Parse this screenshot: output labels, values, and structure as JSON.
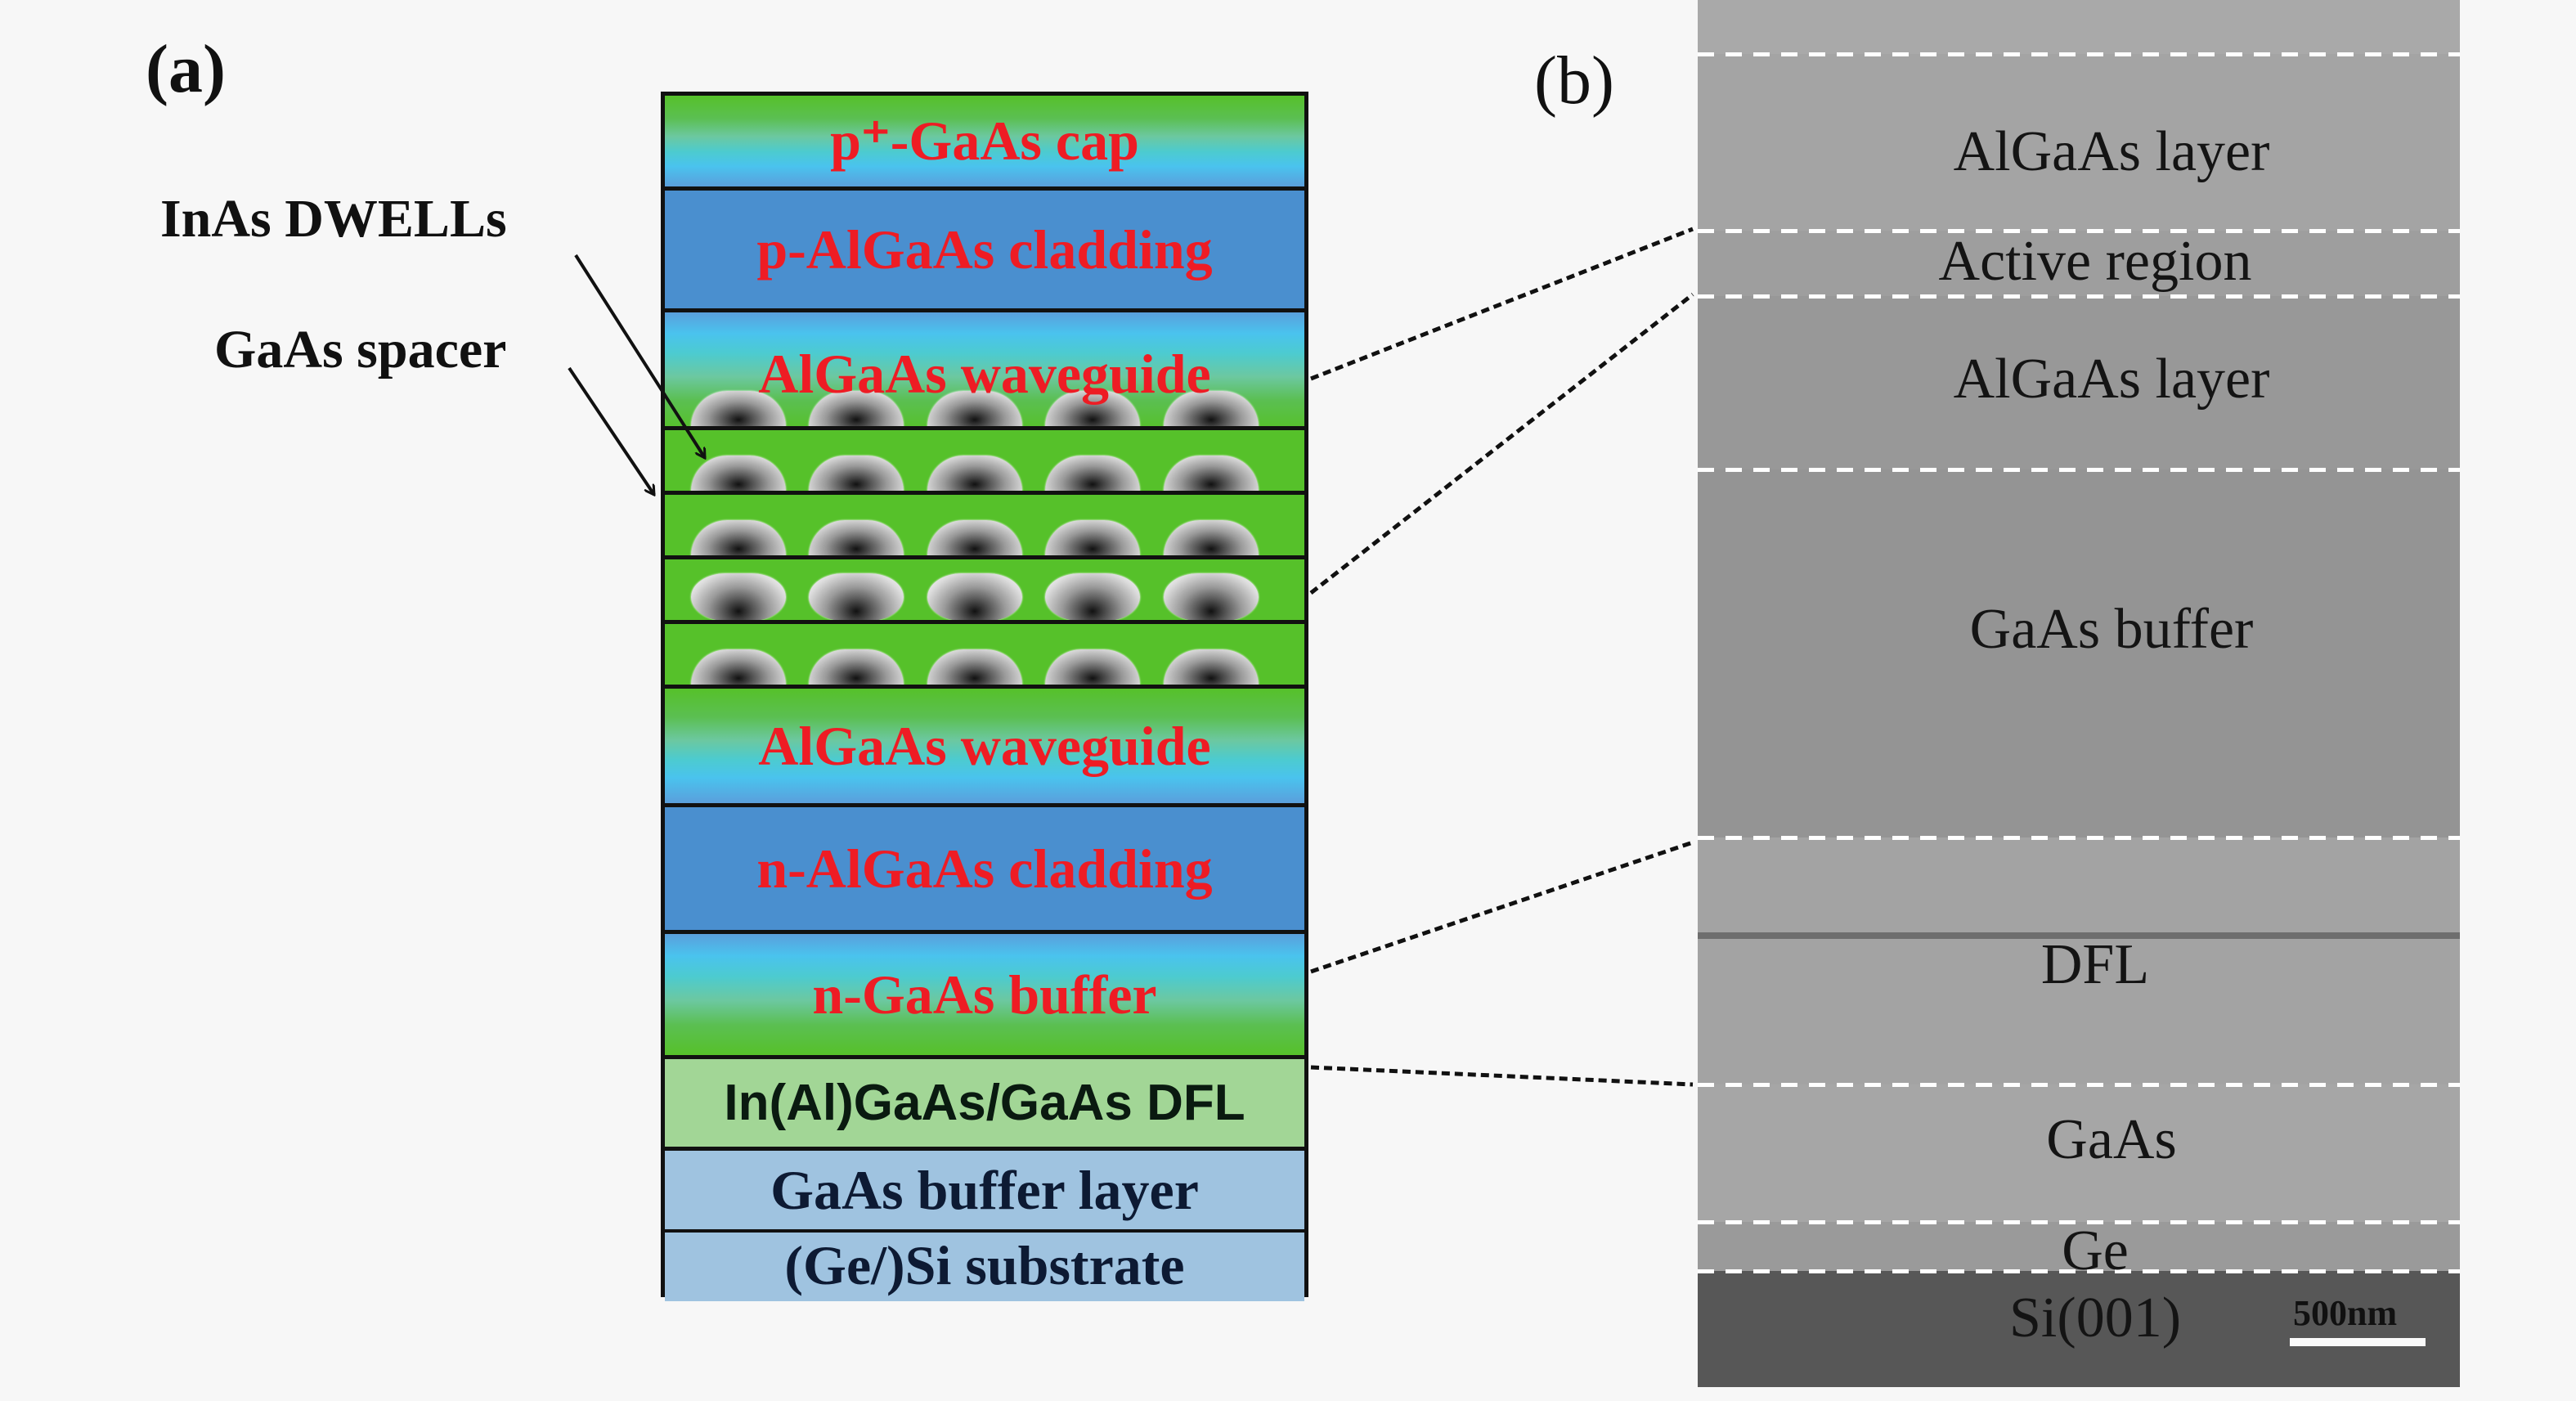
{
  "panels": {
    "a": {
      "label": "(a)",
      "annotations": {
        "dwells": "InAs DWELLs",
        "spacer": "GaAs spacer"
      },
      "layers": {
        "cap": "p⁺-GaAs cap",
        "p_cladding": "p-AlGaAs cladding",
        "upper_waveguide": "AlGaAs waveguide",
        "lower_waveguide": "AlGaAs waveguide",
        "n_cladding": "n-AlGaAs cladding",
        "n_buffer": "n-GaAs buffer",
        "dfl": "In(Al)GaAs/GaAs DFL",
        "buffer_layer": "GaAs buffer layer",
        "substrate": "(Ge/)Si substrate"
      },
      "dwell_periods": 5,
      "dots_per_period": 5
    },
    "b": {
      "label": "(b)",
      "regions": {
        "algaas_top": "AlGaAs layer",
        "active": "Active region",
        "algaas_bottom": "AlGaAs layer",
        "gaas_buffer": "GaAs buffer",
        "dfl": "DFL",
        "gaas": "GaAs",
        "ge": "Ge",
        "si": "Si(001)"
      },
      "scale_bar": "500nm"
    }
  },
  "colors": {
    "layer_label_red": "#ee1c24",
    "cladding_blue": "#4a8fcf",
    "dfl_green": "#a2d696",
    "substrate_blue": "#9fc3e0",
    "well_green": "#56c12a",
    "sem_gray": "#9a9a9a",
    "sem_si": "#575757"
  }
}
